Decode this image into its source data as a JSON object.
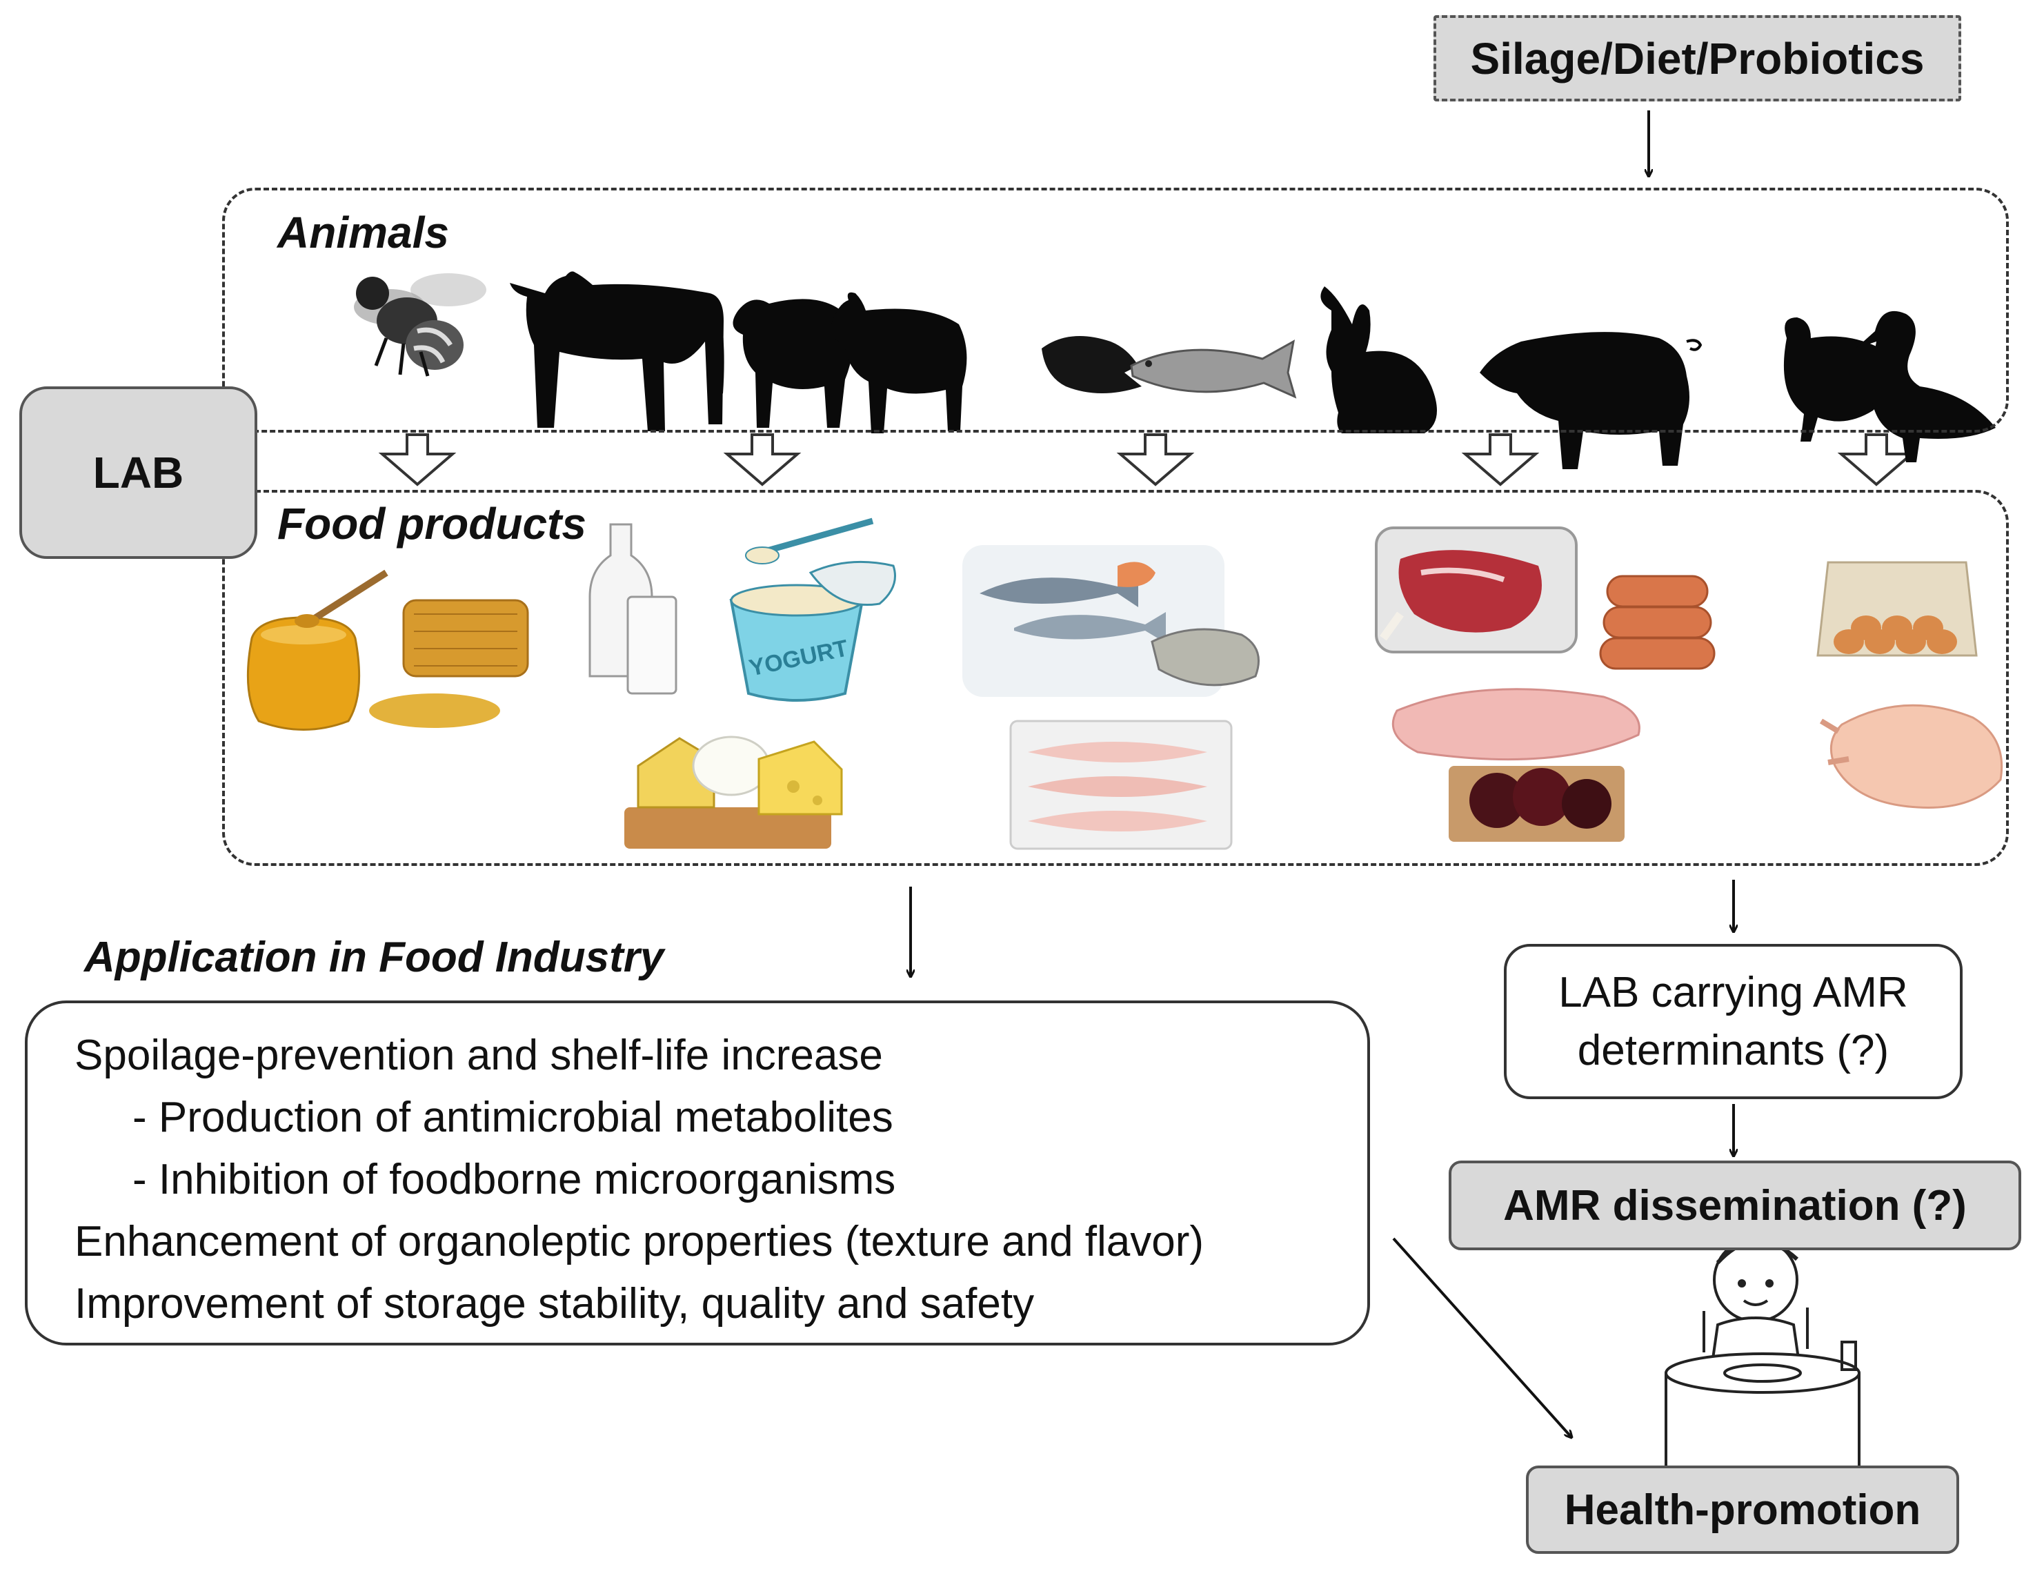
{
  "top_source": {
    "label": "Silage/Diet/Probiotics"
  },
  "lab": {
    "label": "LAB"
  },
  "animals": {
    "title": "Animals",
    "items": [
      "bee-icon",
      "cow-icon",
      "sheep-icon",
      "goat-icon",
      "fish-icon",
      "trout-icon",
      "rabbit-icon",
      "pig-icon",
      "chicken-icon",
      "duck-icon"
    ]
  },
  "food_products": {
    "title": "Food products",
    "items": [
      "honey-jar-image",
      "honeycomb-image",
      "milk-image",
      "yogurt-image",
      "cheese-image",
      "seafood-image",
      "fish-fillet-image",
      "meat-tray-image",
      "sausages-image",
      "raw-rabbit-meat-image",
      "blood-sausage-image",
      "eggs-image",
      "raw-chicken-image"
    ],
    "yogurt_label": "YOGURT"
  },
  "application": {
    "title": "Application in Food Industry",
    "lines": [
      "Spoilage-prevention and shelf-life increase",
      "- Production of antimicrobial metabolites",
      "- Inhibition of foodborne microorganisms",
      "Enhancement of organoleptic properties (texture and flavor)",
      "Improvement of storage stability, quality and safety"
    ]
  },
  "amr": {
    "carrying_line1": "LAB carrying AMR",
    "carrying_line2": "determinants (?)",
    "dissemination": "AMR dissemination (?)"
  },
  "health": {
    "label": "Health-promotion"
  },
  "colors": {
    "grey_box": "#d9d9d9",
    "silhouette": "#0a0a0a",
    "honey": "#e8a317",
    "meat": "#b5303a"
  }
}
